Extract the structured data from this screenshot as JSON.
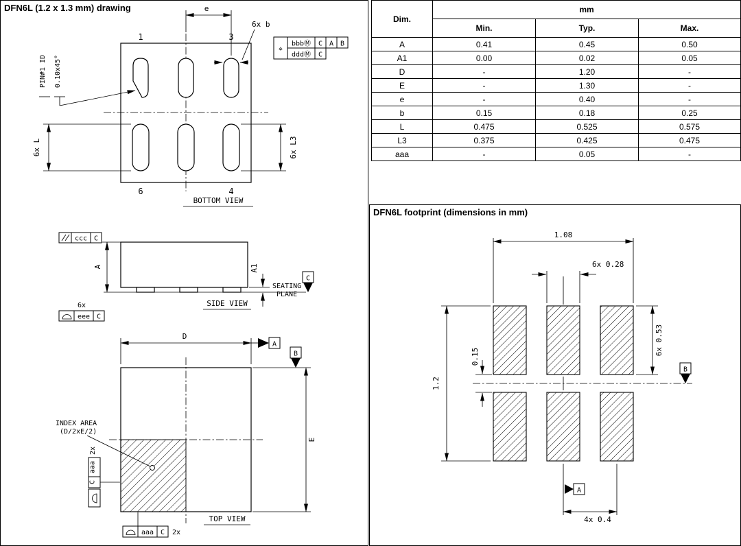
{
  "drawing_panel": {
    "title": "DFN6L (1.2 x 1.3 mm) drawing",
    "bottom_view": {
      "caption": "BOTTOM VIEW",
      "pin_top_left": "1",
      "pin_top_right": "3",
      "pin_bottom_left": "6",
      "pin_bottom_right": "4",
      "dim_pitch": "e",
      "dim_pad_width": "6x b",
      "dim_pad_len_left": "6x L",
      "dim_pad_len_right": "6x L3",
      "pin1_id_label": "PIN#1 ID",
      "pin1_chamfer": "0.10x45°",
      "fcf_position_symbol": "⌖",
      "fcf_row1": [
        "bbbⓂ",
        "C",
        "A",
        "B"
      ],
      "fcf_row2": [
        "dddⓂ",
        "C"
      ]
    },
    "side_view": {
      "caption": "SIDE VIEW",
      "dim_height": "A",
      "dim_standoff": "A1",
      "seating_line1": "SEATING",
      "seating_line2": "PLANE",
      "datum_c": "C",
      "fcf_parallel": [
        "ccc",
        "C"
      ],
      "lead_count": "6x",
      "fcf_lead": [
        "eee",
        "C"
      ]
    },
    "top_view": {
      "caption": "TOP VIEW",
      "dim_body_x": "D",
      "dim_body_y": "E",
      "datum_a": "A",
      "datum_b": "B",
      "index_area_line1": "INDEX AREA",
      "index_area_line2": "(D/2xE/2)",
      "corner_count": "2x",
      "fcf_corner": [
        "aaa",
        "C"
      ]
    }
  },
  "dim_table": {
    "header_unit": "mm",
    "col_dim": "Dim.",
    "col_min": "Min.",
    "col_typ": "Typ.",
    "col_max": "Max.",
    "rows": [
      {
        "dim": "A",
        "min": "0.41",
        "typ": "0.45",
        "max": "0.50"
      },
      {
        "dim": "A1",
        "min": "0.00",
        "typ": "0.02",
        "max": "0.05"
      },
      {
        "dim": "D",
        "min": "-",
        "typ": "1.20",
        "max": "-"
      },
      {
        "dim": "E",
        "min": "-",
        "typ": "1.30",
        "max": "-"
      },
      {
        "dim": "e",
        "min": "-",
        "typ": "0.40",
        "max": "-"
      },
      {
        "dim": "b",
        "min": "0.15",
        "typ": "0.18",
        "max": "0.25"
      },
      {
        "dim": "L",
        "min": "0.475",
        "typ": "0.525",
        "max": "0.575"
      },
      {
        "dim": "L3",
        "min": "0.375",
        "typ": "0.425",
        "max": "0.475"
      },
      {
        "dim": "aaa",
        "min": "-",
        "typ": "0.05",
        "max": "-"
      }
    ]
  },
  "footprint_panel": {
    "title": "DFN6L footprint (dimensions in mm)",
    "dims": {
      "overall_width": "1.08",
      "pad_width": "6x 0.28",
      "pad_height": "6x 0.53",
      "row_gap": "0.15",
      "overall_height": "1.2",
      "pitch": "4x 0.4"
    },
    "datum_a": "A",
    "datum_b": "B"
  }
}
